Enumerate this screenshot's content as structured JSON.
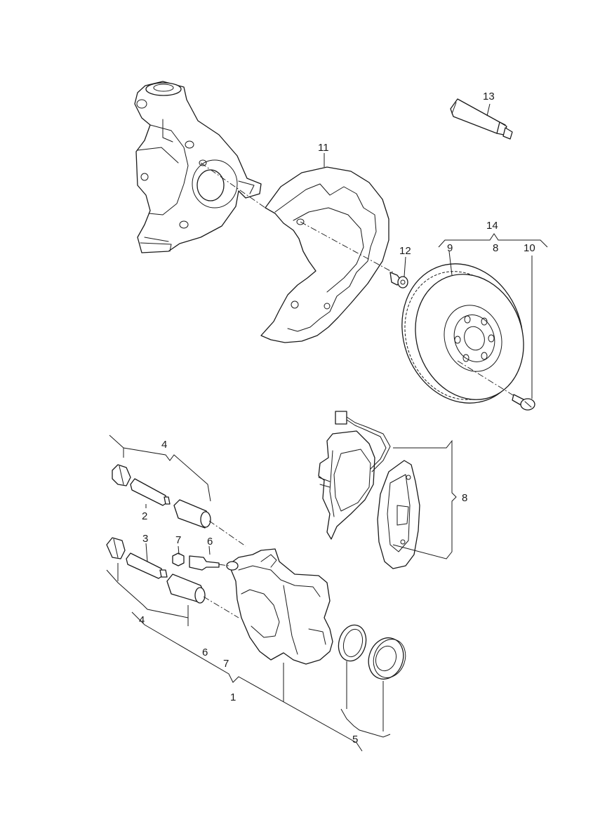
{
  "callouts": {
    "c1": "1",
    "c2": "2",
    "c3": "3",
    "c4_top": "4",
    "c4_bottom": "4",
    "c5": "5",
    "c6_top": "6",
    "c6_bottom": "6",
    "c7_top": "7",
    "c7_bottom": "7",
    "c8_right": "8",
    "c8_top": "8",
    "c9": "9",
    "c10": "10",
    "c11": "11",
    "c12": "12",
    "c13": "13",
    "c14": "14"
  },
  "icons": {
    "steering-knuckle": "steering-knuckle-icon",
    "splash-shield": "splash-shield-icon",
    "brake-disc": "brake-disc-icon",
    "brake-caliper": "brake-caliper-icon",
    "brake-pads": "brake-pad-icon",
    "grease-tube": "grease-tube-icon"
  },
  "colors": {
    "line": "#1a1a1a",
    "background": "#ffffff"
  }
}
